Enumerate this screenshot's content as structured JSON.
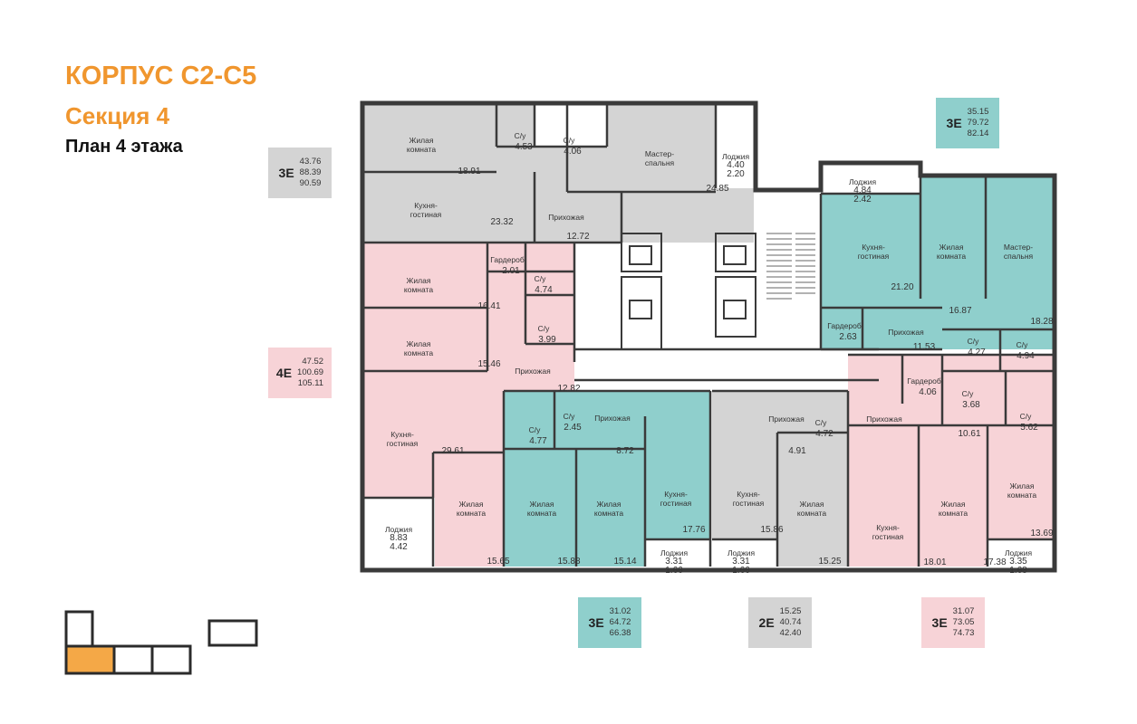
{
  "header": {
    "building": "КОРПУС С2-С5",
    "section": "Секция 4",
    "floor_plan": "План 4 этажа"
  },
  "colors": {
    "gray": "#d4d4d4",
    "pink": "#f7d3d7",
    "teal": "#8fcfcc",
    "wall": "#3a3a3a",
    "accent": "#f0962e"
  },
  "badges": [
    {
      "type": "3Е",
      "a": "43.76",
      "b": "88.39",
      "c": "90.59",
      "color": "gray"
    },
    {
      "type": "4Е",
      "a": "47.52",
      "b": "100.69",
      "c": "105.11",
      "color": "pink"
    },
    {
      "type": "3Е",
      "a": "35.15",
      "b": "79.72",
      "c": "82.14",
      "color": "teal"
    },
    {
      "type": "3Е",
      "a": "31.02",
      "b": "64.72",
      "c": "66.38",
      "color": "teal"
    },
    {
      "type": "2Е",
      "a": "15.25",
      "b": "40.74",
      "c": "42.40",
      "color": "gray"
    },
    {
      "type": "3Е",
      "a": "31.07",
      "b": "73.05",
      "c": "74.73",
      "color": "pink"
    }
  ],
  "rooms": {
    "g1": {
      "l1": "Жилая",
      "l2": "комната",
      "area": "18.91"
    },
    "g1b": {
      "l1": "С/у",
      "area": "4.53"
    },
    "g1c": {
      "l1": "С/у",
      "area": "4.06"
    },
    "g1d": {
      "l1": "Мастер-",
      "l2": "спальня",
      "area": "24.85"
    },
    "g1e": {
      "l1": "Лоджия",
      "a1": "4.40",
      "a2": "2.20"
    },
    "g1f": {
      "l1": "Кухня-",
      "l2": "гостиная",
      "area": "23.32"
    },
    "g1g": {
      "l1": "Прихожая",
      "area": "12.72"
    },
    "p1a": {
      "l1": "Жилая",
      "l2": "комната",
      "area": "16.41"
    },
    "p1b": {
      "l1": "Гардероб",
      "area": "2.01"
    },
    "p1c": {
      "l1": "С/у",
      "area": "4.74"
    },
    "p1d": {
      "l1": "С/у",
      "area": "3.99"
    },
    "p1e": {
      "l1": "Жилая",
      "l2": "комната",
      "area": "15.46"
    },
    "p1f": {
      "l1": "Прихожая",
      "area": "12.82"
    },
    "p1g": {
      "l1": "Кухня-",
      "l2": "гостиная",
      "area": "29.61"
    },
    "p1h": {
      "l1": "Жилая",
      "l2": "комната",
      "area": "15.65"
    },
    "p1i": {
      "l1": "Лоджия",
      "a1": "8.83",
      "a2": "4.42"
    },
    "t1a": {
      "l1": "Лоджия",
      "a1": "4.84",
      "a2": "2.42"
    },
    "t1b": {
      "l1": "Кухня-",
      "l2": "гостиная",
      "area": "21.20"
    },
    "t1c": {
      "l1": "Жилая",
      "l2": "комната",
      "area": "16.87"
    },
    "t1d": {
      "l1": "Мастер-",
      "l2": "спальня",
      "area": "18.28"
    },
    "t1e": {
      "l1": "Гардероб",
      "area": "2.63"
    },
    "t1f": {
      "l1": "Прихожая",
      "area": "11.53"
    },
    "t1g": {
      "l1": "С/у",
      "area": "4.27"
    },
    "t1h": {
      "l1": "С/у",
      "area": "4.94"
    },
    "t2a": {
      "l1": "С/у",
      "area": "2.45"
    },
    "t2b": {
      "l1": "С/у",
      "area": "4.77"
    },
    "t2c": {
      "l1": "Прихожая",
      "area": "8.72"
    },
    "t2d": {
      "l1": "Жилая",
      "l2": "комната",
      "area": "15.88"
    },
    "t2e": {
      "l1": "Жилая",
      "l2": "комната",
      "area": "15.14"
    },
    "t2f": {
      "l1": "Кухня-",
      "l2": "гостиная",
      "area": "17.76"
    },
    "t2g": {
      "l1": "Лоджия",
      "a1": "3.31",
      "a2": "1.66"
    },
    "g2a": {
      "l1": "Кухня-",
      "l2": "гостиная",
      "area": "15.86"
    },
    "g2b": {
      "l1": "Прихожая",
      "area": "4.91"
    },
    "g2c": {
      "l1": "С/у",
      "area": "4.72"
    },
    "g2d": {
      "l1": "Жилая",
      "l2": "комната",
      "area": "15.25"
    },
    "g2e": {
      "l1": "Лоджия",
      "a1": "3.31",
      "a2": "1.66"
    },
    "p2a": {
      "l1": "Гардероб",
      "area": "4.06"
    },
    "p2b": {
      "l1": "С/у",
      "area": "3.68"
    },
    "p2c": {
      "l1": "Прихожая",
      "area": "10.61"
    },
    "p2d": {
      "l1": "С/у",
      "area": "5.62"
    },
    "p2e": {
      "l1": "Кухня-",
      "l2": "гостиная",
      "area": "18.01"
    },
    "p2f": {
      "l1": "Жилая",
      "l2": "комната",
      "area": "17.38"
    },
    "p2g": {
      "l1": "Жилая",
      "l2": "комната",
      "area": "13.69"
    },
    "p2h": {
      "l1": "Лоджия",
      "a1": "3.35",
      "a2": "1.68"
    }
  }
}
